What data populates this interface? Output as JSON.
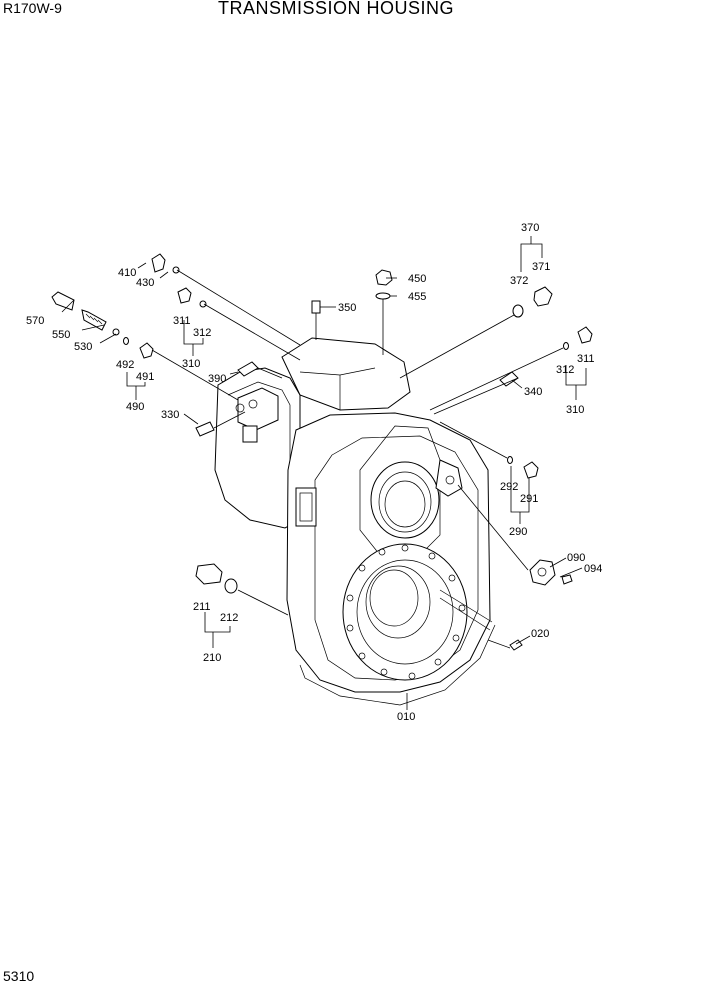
{
  "header": {
    "model": "R170W-9",
    "title": "TRANSMISSION HOUSING"
  },
  "footer": {
    "page_number": "5310"
  },
  "callouts": {
    "c010": "010",
    "c020": "020",
    "c090": "090",
    "c094": "094",
    "c210": "210",
    "c211": "211",
    "c212": "212",
    "c290": "290",
    "c291": "291",
    "c292": "292",
    "c310a": "310",
    "c311a": "311",
    "c312a": "312",
    "c310b": "310",
    "c311b": "311",
    "c312b": "312",
    "c330": "330",
    "c340": "340",
    "c350": "350",
    "c370": "370",
    "c371": "371",
    "c372": "372",
    "c390": "390",
    "c410": "410",
    "c430": "430",
    "c450": "450",
    "c455": "455",
    "c490": "490",
    "c491": "491",
    "c492": "492",
    "c530": "530",
    "c550": "550",
    "c570": "570"
  }
}
